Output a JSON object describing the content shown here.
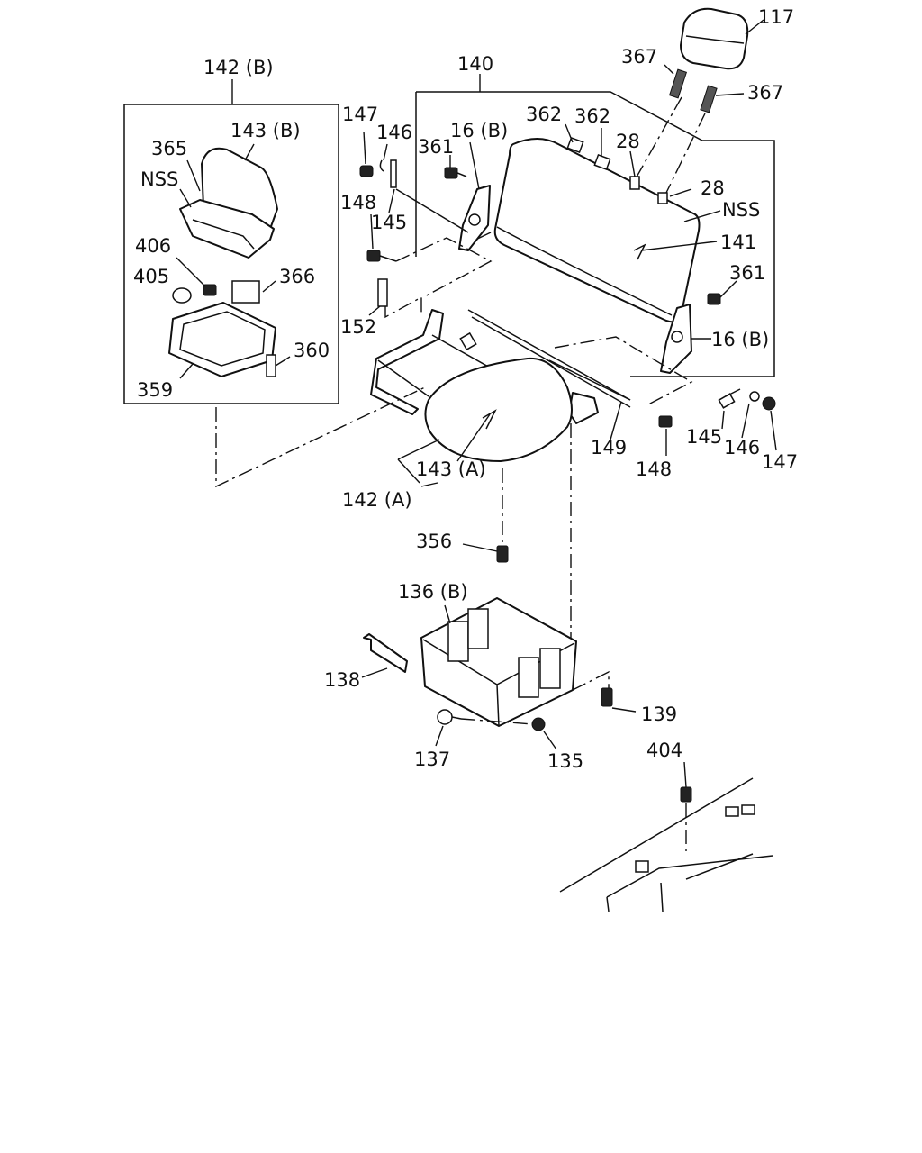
{
  "labels": {
    "l117": "117",
    "l367a": "367",
    "l367b": "367",
    "l140": "140",
    "l142b": "142 (B)",
    "l143b": "143 (B)",
    "l365": "365",
    "nss1": "NSS",
    "l406": "406",
    "l405": "405",
    "l366": "366",
    "l360": "360",
    "l359": "359",
    "l147a": "147",
    "l146a": "146",
    "l361a": "361",
    "l16ba": "16 (B)",
    "l362a": "362",
    "l362b": "362",
    "l28a": "28",
    "l28b": "28",
    "nss2": "NSS",
    "l141": "141",
    "l148a": "148",
    "l145a": "145",
    "l361b": "361",
    "l152": "152",
    "l16bb": "16 (B)",
    "l145b": "145",
    "l146b": "146",
    "l147b": "147",
    "l149": "149",
    "l148b": "148",
    "l143a": "143 (A)",
    "l142a": "142 (A)",
    "l356": "356",
    "l136b": "136 (B)",
    "l138": "138",
    "l139": "139",
    "l137": "137",
    "l135": "135",
    "l404": "404"
  }
}
